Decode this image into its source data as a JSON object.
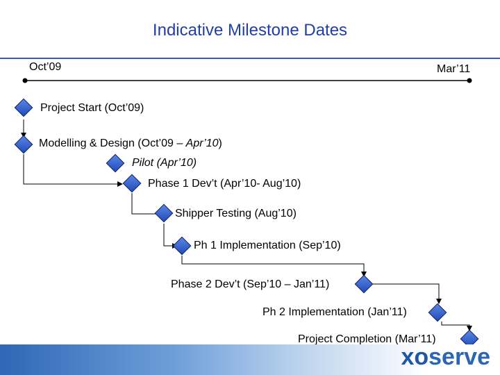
{
  "title": "Indicative Milestone Dates",
  "timeline": {
    "start_label": "Oct’09",
    "end_label": "Mar’11"
  },
  "milestones": [
    {
      "text": "Project Start (Oct’09)"
    },
    {
      "text": "Modelling & Design (Oct’09 – ",
      "italic": "Apr’10",
      "tail": ")"
    },
    {
      "text": "Pilot (Apr’10)"
    },
    {
      "text": "Phase 1 Dev’t (Apr’10- Aug’10)"
    },
    {
      "text": "Shipper Testing (Aug’10)"
    },
    {
      "text": "Ph 1 Implementation (Sep’10)"
    },
    {
      "text": "Phase 2 Dev’t (Sep’10 – Jan’11)"
    },
    {
      "text": "Ph 2 Implementation (Jan’11)"
    },
    {
      "text": "Project Completion (Mar’11)"
    }
  ],
  "brand": {
    "logo_prefix": "xo",
    "logo_suffix": "serve"
  },
  "colors": {
    "title": "#1f3fa8",
    "diamond": "#2f5fd0",
    "rule": "#3a5bb8"
  }
}
